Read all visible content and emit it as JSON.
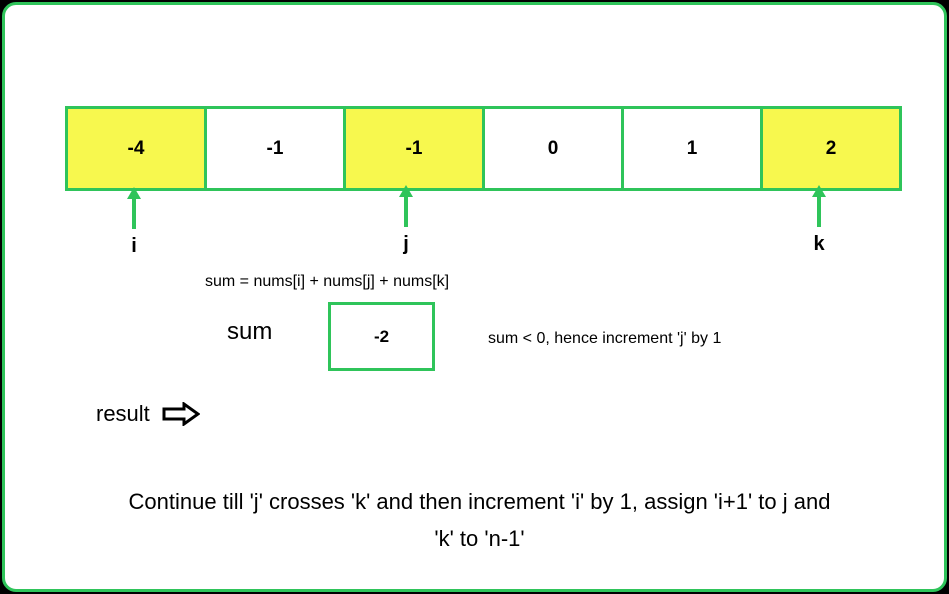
{
  "array": {
    "cells": [
      {
        "value": "-4",
        "highlight": true
      },
      {
        "value": "-1",
        "highlight": false
      },
      {
        "value": "-1",
        "highlight": true
      },
      {
        "value": "0",
        "highlight": false
      },
      {
        "value": "1",
        "highlight": false
      },
      {
        "value": "2",
        "highlight": true
      }
    ]
  },
  "pointers": {
    "i": {
      "label": "i",
      "index": 0
    },
    "j": {
      "label": "j",
      "index": 2
    },
    "k": {
      "label": "k",
      "index": 5
    }
  },
  "formula": "sum = nums[i] + nums[j] + nums[k]",
  "sum": {
    "label": "sum",
    "value": "-2"
  },
  "note": "sum < 0,  hence increment 'j' by 1",
  "result": {
    "label": "result"
  },
  "caption": {
    "line1": "Continue till 'j' crosses 'k' and then increment 'i' by 1, assign 'i+1' to j  and",
    "line2": "'k' to 'n-1'"
  },
  "colors": {
    "border": "#2fc45a",
    "highlight": "#f7f84e",
    "arrow": "#2fc45a",
    "background": "#ffffff",
    "outer": "#000000"
  },
  "icons": {
    "pointer": "arrow-up-icon",
    "result": "outline-arrow-right-icon"
  }
}
